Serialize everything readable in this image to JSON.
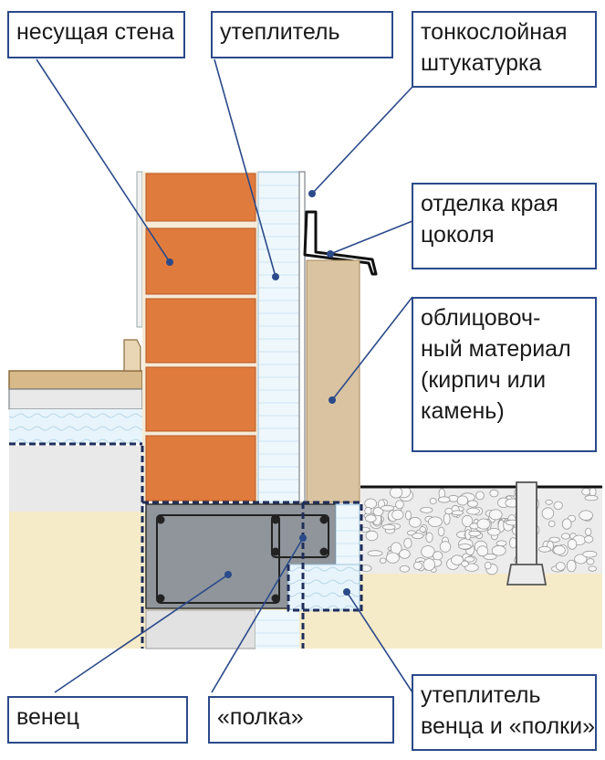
{
  "labels": {
    "load_bearing_wall": "несущая стена",
    "insulation": "утеплитель",
    "thin_plaster": [
      "тонкослойная",
      "штукатурка"
    ],
    "plinth_edge_finish": [
      "отделка края",
      "цоколя"
    ],
    "facing_material": [
      "облицовоч-",
      "ный материал",
      "(кирпич или",
      "камень)"
    ],
    "crown": "венец",
    "shelf": "«полка»",
    "crown_shelf_insulation": [
      "утеплитель",
      "венца и «полки»"
    ]
  },
  "colors": {
    "brick": "#e07b3e",
    "mortar": "#f6ead8",
    "insulation": "#e8f4fb",
    "facing": "#d9c3a0",
    "concrete": "#8f959b",
    "soil": "#f6ebc8",
    "gravel": "#e9e9e9",
    "floor_board": "#d7b98a",
    "leader_line": "#2b4a8a",
    "box_border": "#2b4a8a",
    "dashed_border": "#1f2d5a"
  }
}
